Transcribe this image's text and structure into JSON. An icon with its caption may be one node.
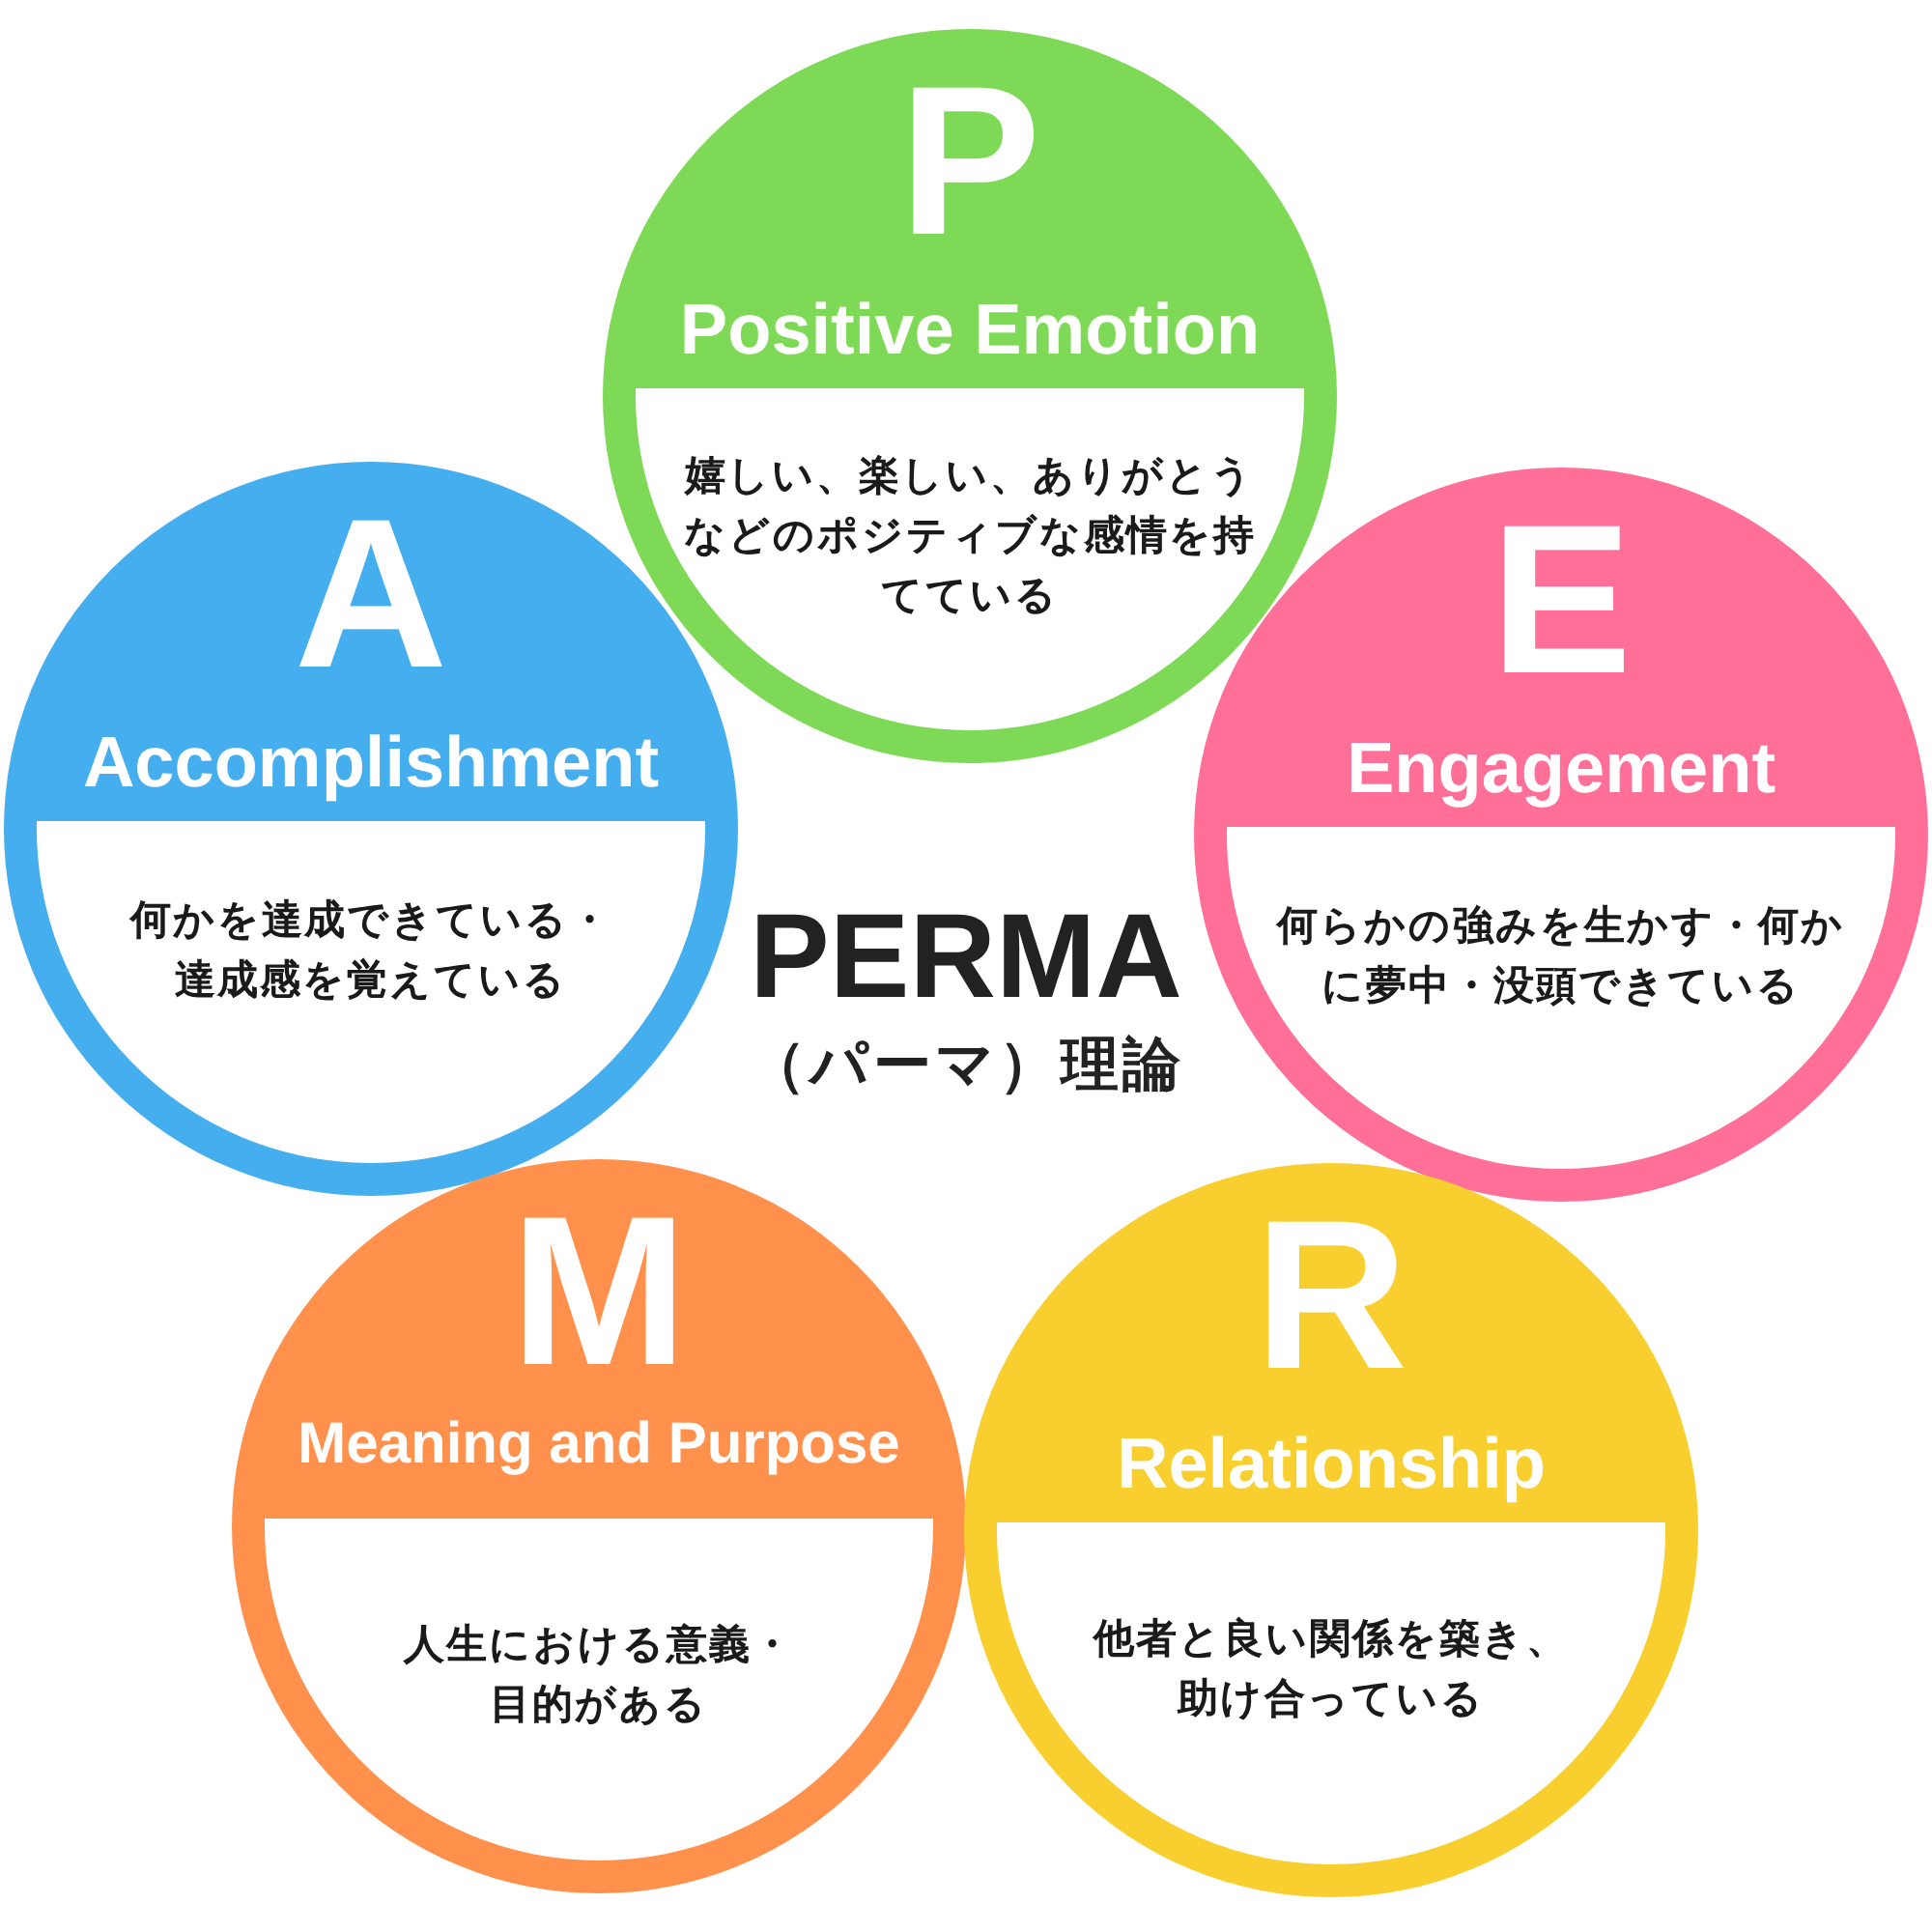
{
  "diagram": {
    "title": "PERMA",
    "nodes": [
      {
        "text": [
          "P",
          "Positive Emotion"
        ]
      },
      {
        "text": [
          "嬉しい、楽しい、ありがとうなどのポジティブな感情を持てている"
        ],
        "in": 0
      },
      {
        "text": [
          "A",
          "Accomplishment"
        ]
      },
      {
        "text": [
          "何かを達成できている・達成感を覚えている"
        ],
        "in": 2
      },
      {
        "text": [
          "E",
          "Engagement"
        ]
      },
      {
        "text": [
          "何らかの強みを生かす・何かに夢中・没頭できている"
        ],
        "in": 4
      },
      {
        "text": [
          "M",
          "Meaning and Purpose"
        ]
      },
      {
        "text": [
          "人生における意義・目的がある"
        ],
        "in": 6
      },
      {
        "text": [
          "R",
          "Relationship"
        ]
      },
      {
        "text": [
          "他者と良い関係を築き、助け合っている"
        ],
        "in": 8
      }
    ],
    "labels": [
      "（パーマ）理論"
    ]
  }
}
